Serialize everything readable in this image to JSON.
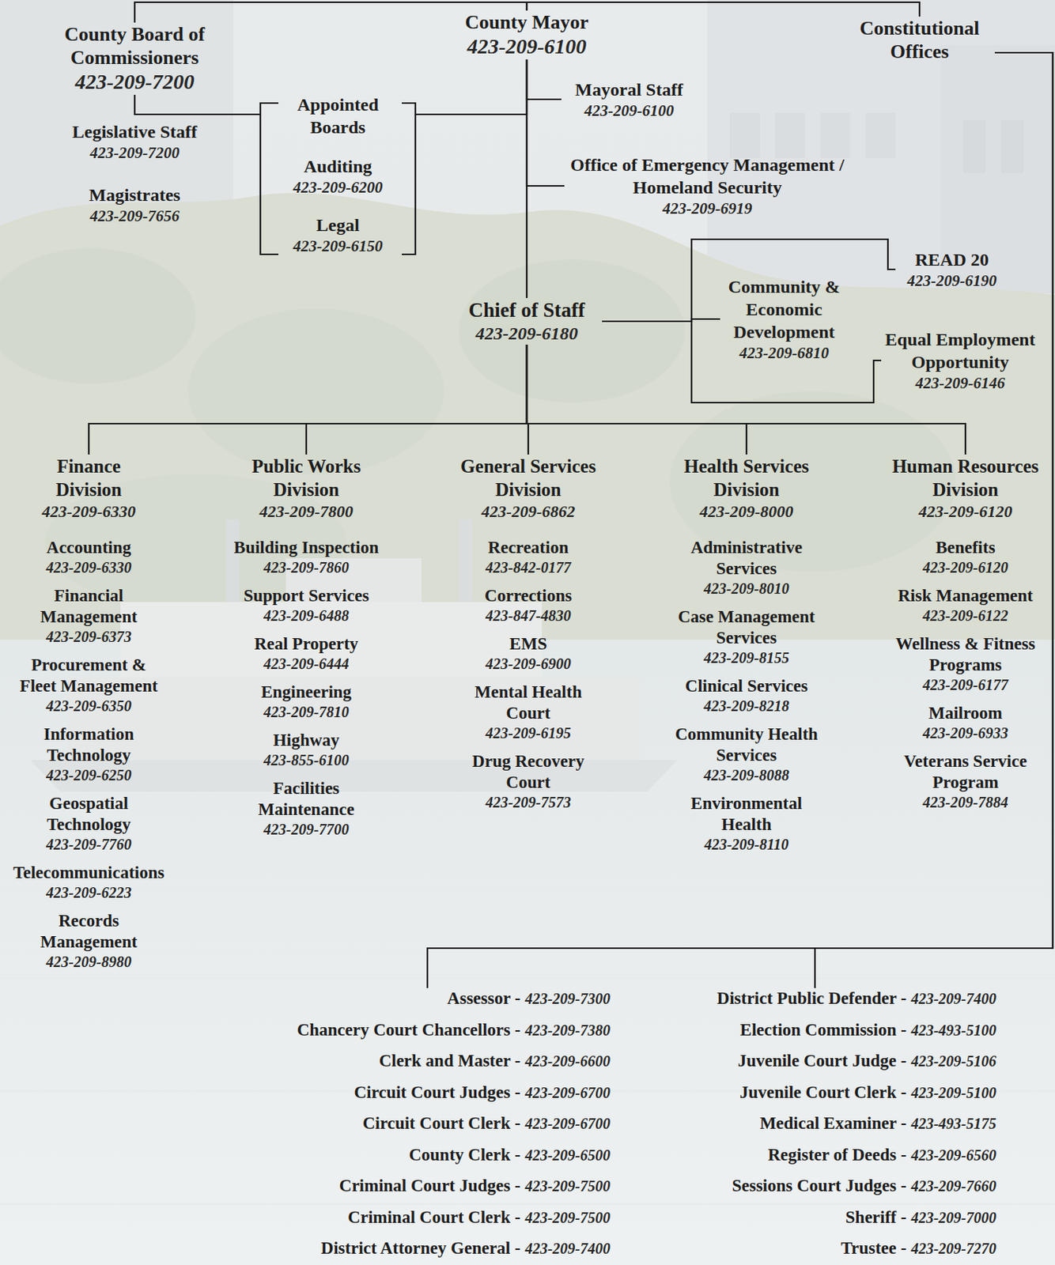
{
  "diagram": {
    "nodes": [
      {
        "text": [
          "County Board of Commissioners",
          "423-209-7200"
        ]
      },
      {
        "text": [
          "County Mayor",
          "423-209-6100"
        ]
      },
      {
        "text": [
          "Constitutional Offices"
        ]
      },
      {
        "text": [
          "Legislative Staff",
          "423-209-7200"
        ]
      },
      {
        "text": [
          "Magistrates",
          "423-209-7656"
        ]
      },
      {
        "text": [
          "Appointed Boards"
        ]
      },
      {
        "text": [
          "Auditing",
          "423-209-6200"
        ],
        "in": 5
      },
      {
        "text": [
          "Legal",
          "423-209-6150"
        ],
        "in": 5
      },
      {
        "text": [
          "Mayoral Staff",
          "423-209-6100"
        ]
      },
      {
        "text": [
          "Office of Emergency Management / Homeland Security",
          "423-209-6919"
        ]
      },
      {
        "text": [
          "Chief of Staff",
          "423-209-6180"
        ]
      },
      {
        "text": [
          "Community & Economic Development",
          "423-209-6810"
        ]
      },
      {
        "text": [
          "READ 20",
          "423-209-6190"
        ]
      },
      {
        "text": [
          "Equal Employment Opportunity",
          "423-209-6146"
        ]
      },
      {
        "text": [
          "Finance Division",
          "423-209-6330"
        ]
      },
      {
        "text": [
          "Accounting",
          "423-209-6330"
        ],
        "in": 14
      },
      {
        "text": [
          "Financial Management",
          "423-209-6373"
        ],
        "in": 14
      },
      {
        "text": [
          "Procurement & Fleet Management",
          "423-209-6350"
        ],
        "in": 14
      },
      {
        "text": [
          "Information Technology",
          "423-209-6250"
        ],
        "in": 14
      },
      {
        "text": [
          "Geospatial Technology",
          "423-209-7760"
        ],
        "in": 14
      },
      {
        "text": [
          "Telecommunications",
          "423-209-6223"
        ],
        "in": 14
      },
      {
        "text": [
          "Records Management",
          "423-209-8980"
        ],
        "in": 14
      },
      {
        "text": [
          "Public Works Division",
          "423-209-7800"
        ]
      },
      {
        "text": [
          "Building Inspection",
          "423-209-7860"
        ],
        "in": 22
      },
      {
        "text": [
          "Support Services",
          "423-209-6488"
        ],
        "in": 22
      },
      {
        "text": [
          "Real Property",
          "423-209-6444"
        ],
        "in": 22
      },
      {
        "text": [
          "Engineering",
          "423-209-7810"
        ],
        "in": 22
      },
      {
        "text": [
          "Highway",
          "423-855-6100"
        ],
        "in": 22
      },
      {
        "text": [
          "Facilities Maintenance",
          "423-209-7700"
        ],
        "in": 22
      },
      {
        "text": [
          "General Services Division",
          "423-209-6862"
        ]
      },
      {
        "text": [
          "Recreation",
          "423-842-0177"
        ],
        "in": 29
      },
      {
        "text": [
          "Corrections",
          "423-847-4830"
        ],
        "in": 29
      },
      {
        "text": [
          "EMS",
          "423-209-6900"
        ],
        "in": 29
      },
      {
        "text": [
          "Mental Health Court",
          "423-209-6195"
        ],
        "in": 29
      },
      {
        "text": [
          "Drug Recovery Court",
          "423-209-7573"
        ],
        "in": 29
      },
      {
        "text": [
          "Health Services Division",
          "423-209-8000"
        ]
      },
      {
        "text": [
          "Administrative Services",
          "423-209-8010"
        ],
        "in": 35
      },
      {
        "text": [
          "Case Management Services",
          "423-209-8155"
        ],
        "in": 35
      },
      {
        "text": [
          "Clinical Services",
          "423-209-8218"
        ],
        "in": 35
      },
      {
        "text": [
          "Community Health Services",
          "423-209-8088"
        ],
        "in": 35
      },
      {
        "text": [
          "Environmental Health",
          "423-209-8110"
        ],
        "in": 35
      },
      {
        "text": [
          "Human Resources Division",
          "423-209-6120"
        ]
      },
      {
        "text": [
          "Benefits",
          "423-209-6120"
        ],
        "in": 41
      },
      {
        "text": [
          "Risk Management",
          "423-209-6122"
        ],
        "in": 41
      },
      {
        "text": [
          "Wellness & Fitness Programs",
          "423-209-6177"
        ],
        "in": 41
      },
      {
        "text": [
          "Mailroom",
          "423-209-6933"
        ],
        "in": 41
      },
      {
        "text": [
          "Veterans Service Program",
          "423-209-7884"
        ],
        "in": 41
      },
      {
        "text": [
          "Assessor -",
          "423-209-7300"
        ]
      },
      {
        "text": [
          "Chancery Court Chancellors -",
          "423-209-7380"
        ]
      },
      {
        "text": [
          "Clerk and Master -",
          "423-209-6600"
        ]
      },
      {
        "text": [
          "Circuit Court Judges -",
          "423-209-6700"
        ]
      },
      {
        "text": [
          "Circuit Court Clerk -",
          "423-209-6700"
        ]
      },
      {
        "text": [
          "County Clerk -",
          "423-209-6500"
        ]
      },
      {
        "text": [
          "Criminal Court Judges -",
          "423-209-7500"
        ]
      },
      {
        "text": [
          "Criminal Court Clerk -",
          "423-209-7500"
        ]
      },
      {
        "text": [
          "District Attorney General -",
          "423-209-7400"
        ]
      },
      {
        "text": [
          "District Public Defender -",
          "423-209-7400"
        ]
      },
      {
        "text": [
          "Election Commission -",
          "423-493-5100"
        ]
      },
      {
        "text": [
          "Juvenile Court Judge -",
          "423-209-5106"
        ]
      },
      {
        "text": [
          "Juvenile Court Clerk -",
          "423-209-5100"
        ]
      },
      {
        "text": [
          "Medical Examiner -",
          "423-493-5175"
        ]
      },
      {
        "text": [
          "Register of Deeds -",
          "423-209-6560"
        ]
      },
      {
        "text": [
          "Sessions Court Judges -",
          "423-209-7660"
        ]
      },
      {
        "text": [
          "Sheriff -",
          "423-209-7000"
        ]
      },
      {
        "text": [
          "Trustee -",
          "423-209-7270"
        ]
      }
    ],
    "edges": [
      {
        "from": 1,
        "to": 0,
        "arrow": "none"
      },
      {
        "from": 1,
        "to": 2,
        "arrow": "none"
      },
      {
        "from": 0,
        "to": 5,
        "arrow": "none"
      },
      {
        "from": 1,
        "to": 5,
        "arrow": "none"
      },
      {
        "from": 1,
        "to": 8,
        "arrow": "none"
      },
      {
        "from": 1,
        "to": 9,
        "arrow": "none"
      },
      {
        "from": 1,
        "to": 10,
        "arrow": "none"
      },
      {
        "from": 10,
        "to": 11,
        "arrow": "none"
      },
      {
        "from": 10,
        "to": 12,
        "arrow": "none"
      },
      {
        "from": 10,
        "to": 13,
        "arrow": "none"
      },
      {
        "from": 10,
        "to": 14,
        "arrow": "none"
      },
      {
        "from": 10,
        "to": 22,
        "arrow": "none"
      },
      {
        "from": 10,
        "to": 29,
        "arrow": "none"
      },
      {
        "from": 10,
        "to": 35,
        "arrow": "none"
      },
      {
        "from": 10,
        "to": 41,
        "arrow": "none"
      },
      {
        "from": 2,
        "to": 47,
        "arrow": "none"
      },
      {
        "from": 2,
        "to": 56,
        "arrow": "none"
      }
    ]
  }
}
